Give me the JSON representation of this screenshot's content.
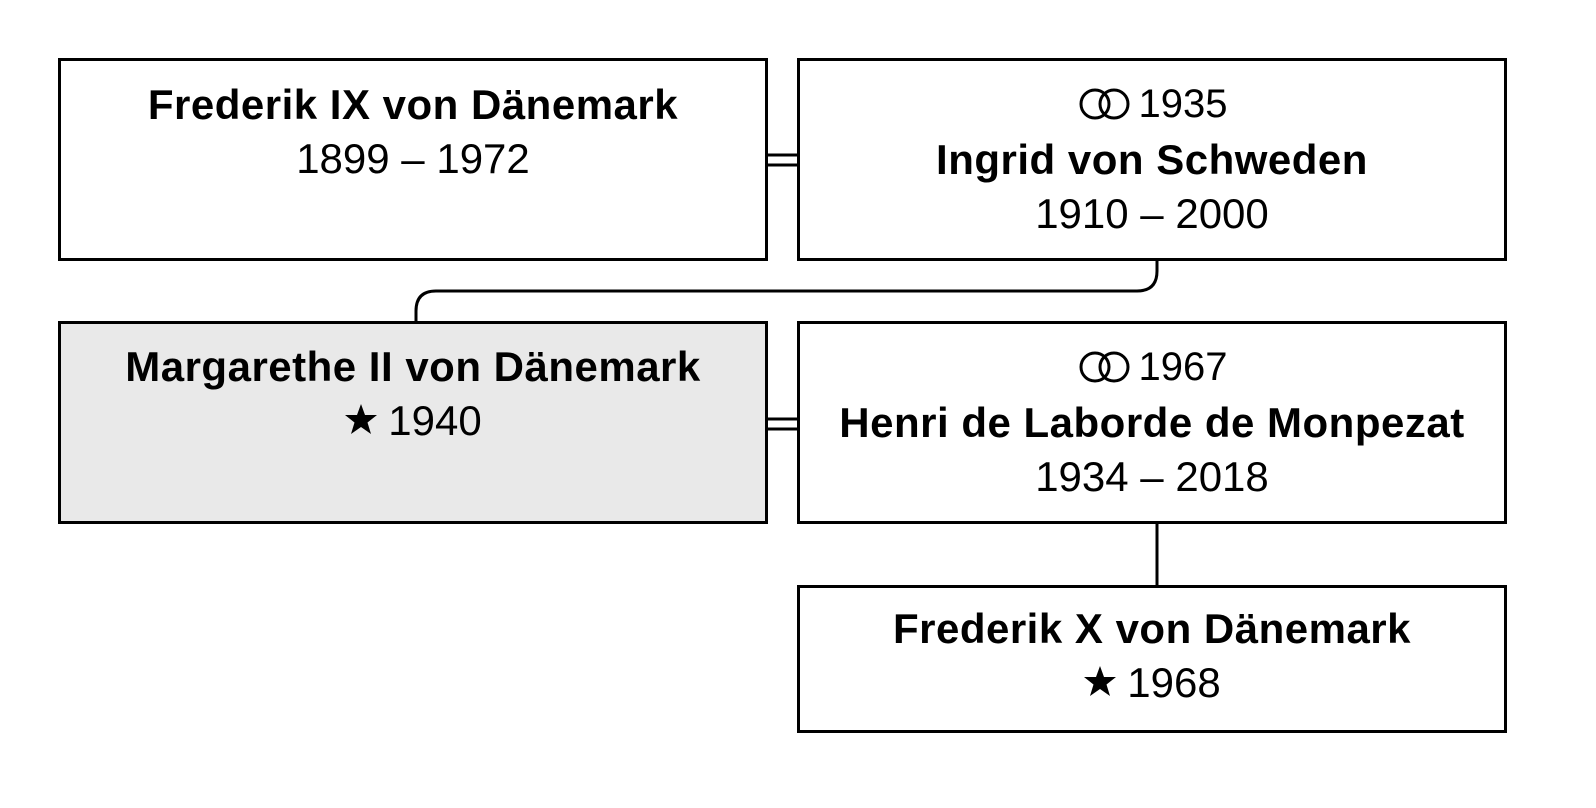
{
  "persons": {
    "frederik9": {
      "name": "Frederik IX von Dänemark",
      "dates": "1899 – 1972"
    },
    "ingrid": {
      "marriage_year": "1935",
      "name": "Ingrid von Schweden",
      "dates": "1910 – 2000"
    },
    "margarethe": {
      "name": "Margarethe II von Dänemark",
      "birth_year": "1940"
    },
    "henri": {
      "marriage_year": "1967",
      "name": "Henri de Laborde de Monpezat",
      "dates": "1934 – 2018"
    },
    "frederik10": {
      "name": "Frederik X von Dänemark",
      "birth_year": "1968"
    }
  },
  "icons": {
    "marriage": "wedding-rings-icon",
    "birth": "star-icon"
  },
  "colors": {
    "highlight_background": "#e9e9e9",
    "border": "#000000"
  }
}
